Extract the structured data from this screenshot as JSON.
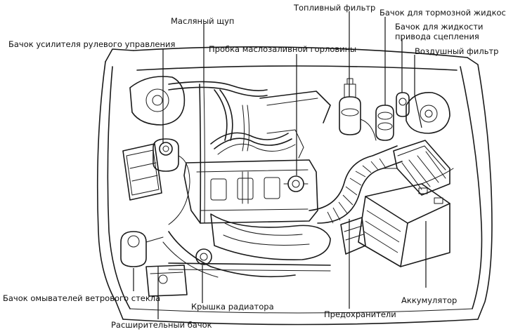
{
  "labels": {
    "power_steering_reservoir": "Бачок усилителя рулевого управления",
    "dipstick": "Масляный щуп",
    "oil_filler_cap": "Пробка маслозаливной горловины",
    "fuel_filter": "Топливный фильтр",
    "brake_fluid_reservoir": "Бачок для тормозной жидкости",
    "clutch_fluid_reservoir_line1": "Бачок для жидкости",
    "clutch_fluid_reservoir_line2": "привода сцепления",
    "air_filter": "Воздушный фильтр",
    "washer_reservoir": "Бачок омывателей ветрового стекла",
    "radiator_cap": "Крышка радиатора",
    "expansion_tank": "Расширительный бачок",
    "fuses": "Предохранители",
    "battery": "Аккумулятор"
  }
}
